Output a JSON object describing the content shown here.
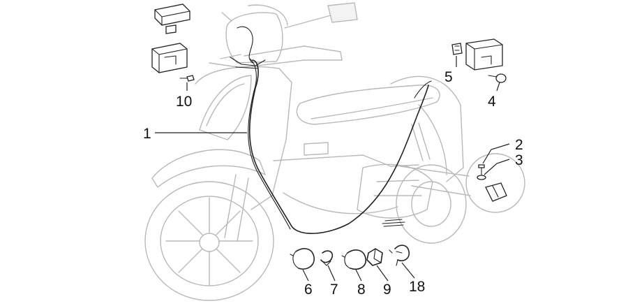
{
  "callouts": [
    {
      "id": "1",
      "label": "1"
    },
    {
      "id": "2",
      "label": "2"
    },
    {
      "id": "3",
      "label": "3"
    },
    {
      "id": "4",
      "label": "4"
    },
    {
      "id": "5",
      "label": "5"
    },
    {
      "id": "6",
      "label": "6"
    },
    {
      "id": "7",
      "label": "7"
    },
    {
      "id": "8",
      "label": "8"
    },
    {
      "id": "9",
      "label": "9"
    },
    {
      "id": "10",
      "label": "10"
    },
    {
      "id": "18",
      "label": "18"
    }
  ],
  "colors": {
    "background": "#ffffff",
    "ghost_outline": "#b9b9b9",
    "ink": "#222222"
  }
}
